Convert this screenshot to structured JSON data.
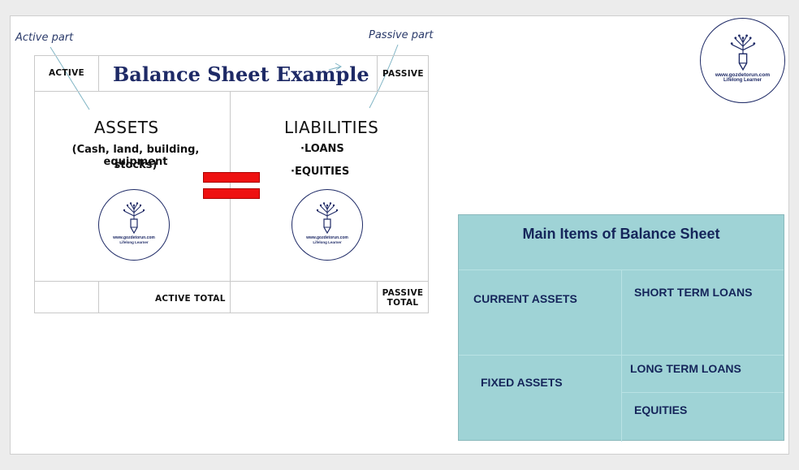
{
  "annotations": {
    "active_part": "Active part",
    "passive_part": "Passive part"
  },
  "balance_table": {
    "title": "Balance Sheet Example",
    "active_header": "ACTIVE",
    "passive_header": "PASSIVE",
    "assets_heading": "ASSETS",
    "assets_detail_line1": "(Cash, land, building, equipment",
    "assets_detail_line2": "stocks)",
    "liabilities_heading": "LIABILITIES",
    "liabilities_items": [
      "·LOANS",
      "·EQUITIES"
    ],
    "active_total": "ACTIVE TOTAL",
    "passive_total_line1": "PASSIVE",
    "passive_total_line2": "TOTAL",
    "equals_color": "#ee1111"
  },
  "logo": {
    "site": "www.gozdetorun.com",
    "tagline": "Lifelong Learner",
    "color": "#1e2a66"
  },
  "main_items": {
    "title": "Main Items of Balance Sheet",
    "current_assets": "CURRENT ASSETS",
    "fixed_assets": "FIXED ASSETS",
    "short_term_loans": "SHORT TERM LOANS",
    "long_term_loans": "LONG TERM LOANS",
    "equities": "EQUITIES",
    "background": "#9fd3d6"
  }
}
